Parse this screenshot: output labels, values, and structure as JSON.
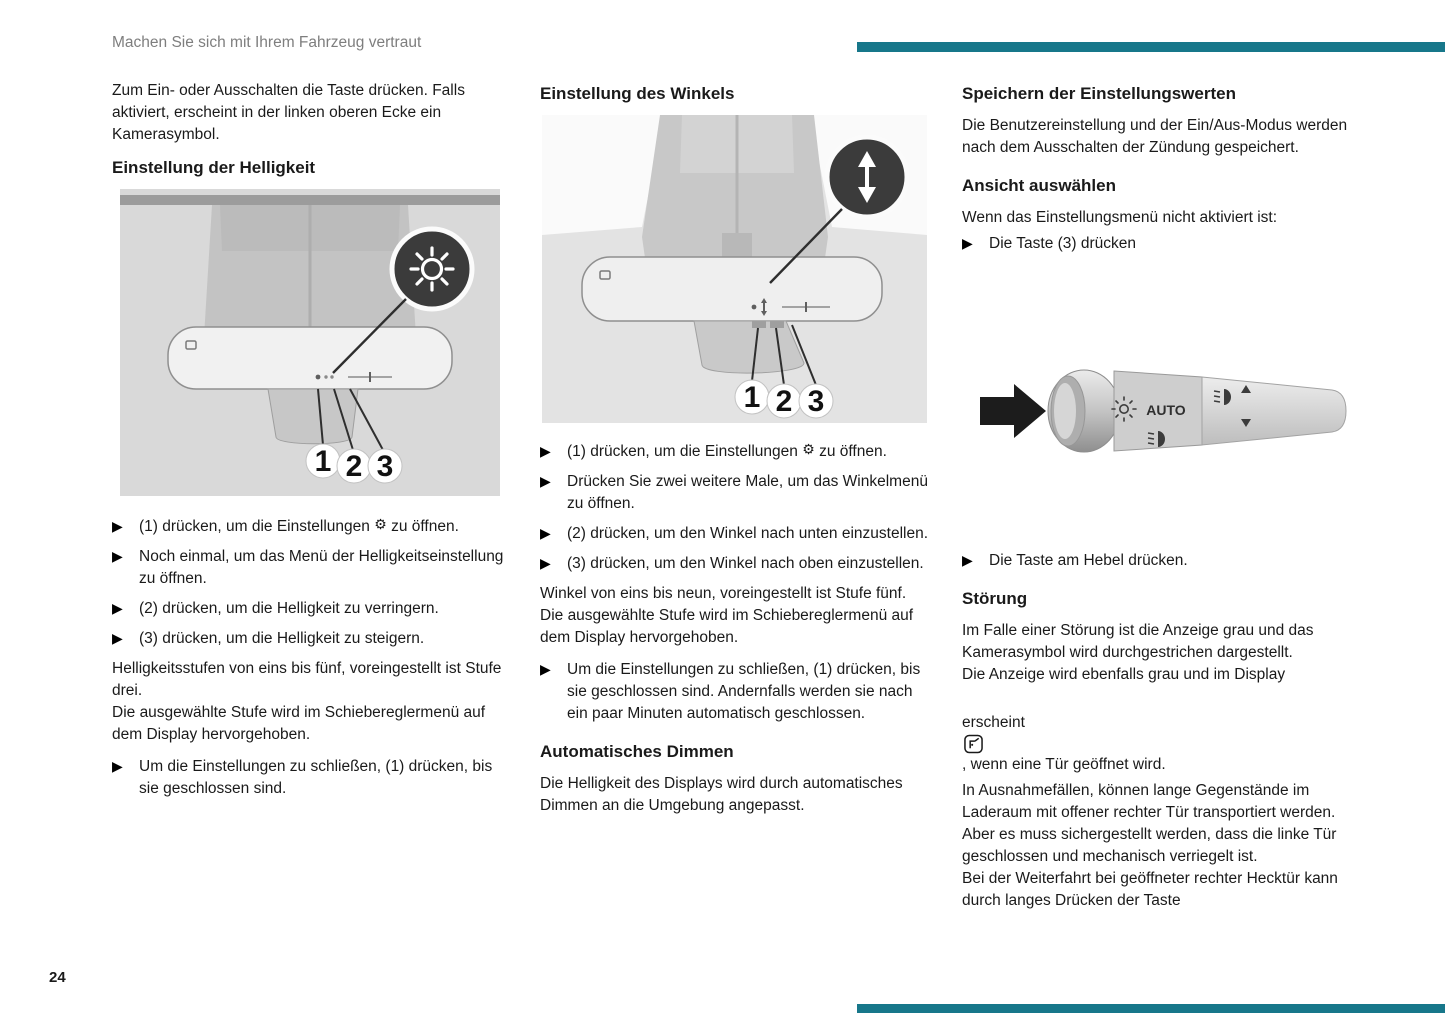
{
  "meta": {
    "running_header": "Machen Sie sich mit Ihrem Fahrzeug vertraut",
    "page_number": "24",
    "accent_color": "#17778a"
  },
  "col1": {
    "intro": "Zum Ein- oder Ausschalten die Taste drücken. Falls aktiviert, erscheint in der linken oberen Ecke ein Kamerasymbol.",
    "heading_brightness": "Einstellung der Helligkeit",
    "bullet_open_pre": "(1) drücken, um die Einstellungen",
    "bullet_open_post": "zu öffnen.",
    "bullets": [
      "Noch einmal, um das Menü der Helligkeitseinstellung zu öffnen.",
      "(2) drücken, um die Helligkeit zu verringern.",
      "(3) drücken, um die Helligkeit zu steigern."
    ],
    "levels_note": "Helligkeitsstufen von eins bis fünf, voreingestellt ist Stufe drei.\nDie ausgewählte Stufe wird im Schiebereglermenü auf dem Display hervorgehoben.",
    "close_note": "Um die Einstellungen zu schließen, (1) drücken, bis sie geschlossen sind."
  },
  "col2": {
    "heading_angle": "Einstellung des Winkels",
    "bullet_open_pre": "(1) drücken, um die Einstellungen",
    "bullet_open_post": "zu öffnen.",
    "bullets": [
      "Drücken Sie zwei weitere Male, um das Winkelmenü zu öffnen.",
      "(2) drücken, um den Winkel nach unten einzustellen.",
      "(3) drücken, um den Winkel nach oben einzustellen."
    ],
    "angle_note": "Winkel von eins bis neun, voreingestellt ist Stufe fünf.\nDie ausgewählte Stufe wird im Schiebereglermenü auf dem Display hervorgehoben.",
    "close_note": "Um die Einstellungen zu schließen, (1) drücken, bis sie geschlossen sind. Andernfalls werden sie nach ein paar Minuten automatisch geschlossen.",
    "heading_dimming": "Automatisches Dimmen",
    "dimming_text": "Die Helligkeit des Displays wird durch automatisches Dimmen an die Umgebung angepasst."
  },
  "col3": {
    "heading_save": "Speichern der Einstellungswerten",
    "save_text": "Die Benutzereinstellung und der Ein/Aus-Modus werden nach dem Ausschalten der Zündung gespeichert.",
    "heading_view": "Ansicht auswählen",
    "view_text": "Wenn das Einstellungsmenü nicht aktiviert ist:",
    "bullet_press3": "Die Taste (3) drücken",
    "bullet_lever": "Die Taste am Hebel drücken.",
    "heading_fault": "Störung",
    "fault_p1": "Im Falle einer Störung ist die Anzeige grau und das Kamerasymbol wird durchgestrichen dargestellt.\nDie Anzeige wird ebenfalls grau und im Display",
    "fault_icon_pre": "erscheint",
    "fault_icon_post": ", wenn eine Tür geöffnet wird.",
    "fault_p2": "In Ausnahmefällen, können lange Gegenstände im Laderaum mit offener rechter Tür transportiert werden. Aber es muss sichergestellt werden, dass die linke Tür geschlossen und mechanisch verriegelt ist.\nBei der Weiterfahrt bei geöffneter rechter Hecktür kann durch langes Drücken der Taste"
  },
  "figures": {
    "numbers": [
      "1",
      "2",
      "3"
    ],
    "stalk_label": "AUTO"
  }
}
